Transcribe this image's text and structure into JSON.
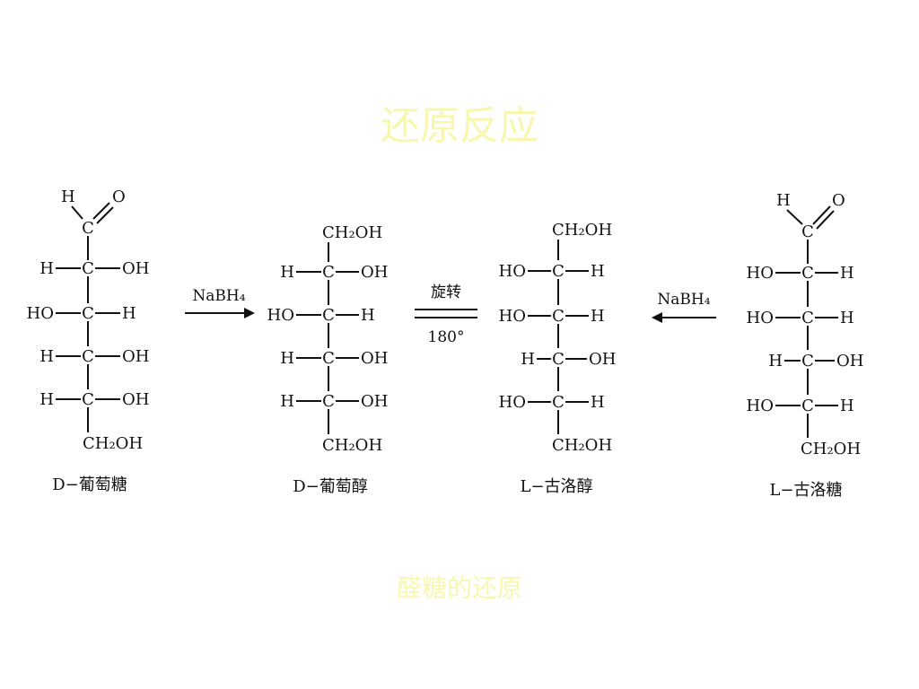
{
  "title": "还原反应",
  "caption": "醛糖的还原",
  "colors": {
    "accent_text": "#f7f7b0",
    "structure": "#111111",
    "background": "#ffffff"
  },
  "structures": {
    "d_glucose": {
      "aldehyde": {
        "h": "H",
        "o": "O",
        "c": "C"
      },
      "rows": [
        {
          "left": "H",
          "c": "C",
          "right": "OH"
        },
        {
          "left": "HO",
          "c": "C",
          "right": "H"
        },
        {
          "left": "H",
          "c": "C",
          "right": "OH"
        },
        {
          "left": "H",
          "c": "C",
          "right": "OH"
        }
      ],
      "bottom": "CH₂OH",
      "name": "D−葡萄糖"
    },
    "d_glucitol": {
      "top": "CH₂OH",
      "rows": [
        {
          "left": "H",
          "c": "C",
          "right": "OH"
        },
        {
          "left": "HO",
          "c": "C",
          "right": "H"
        },
        {
          "left": "H",
          "c": "C",
          "right": "OH"
        },
        {
          "left": "H",
          "c": "C",
          "right": "OH"
        }
      ],
      "bottom": "CH₂OH",
      "name": "D−葡萄醇"
    },
    "l_gulitol": {
      "top": "CH₂OH",
      "rows": [
        {
          "left": "HO",
          "c": "C",
          "right": "H"
        },
        {
          "left": "HO",
          "c": "C",
          "right": "H"
        },
        {
          "left": "H",
          "c": "C",
          "right": "OH"
        },
        {
          "left": "HO",
          "c": "C",
          "right": "H"
        }
      ],
      "bottom": "CH₂OH",
      "name": "L−古洛醇"
    },
    "l_gulose": {
      "aldehyde": {
        "h": "H",
        "o": "O",
        "c": "C"
      },
      "rows": [
        {
          "left": "HO",
          "c": "C",
          "right": "H"
        },
        {
          "left": "HO",
          "c": "C",
          "right": "H"
        },
        {
          "left": "H",
          "c": "C",
          "right": "OH"
        },
        {
          "left": "HO",
          "c": "C",
          "right": "H"
        }
      ],
      "bottom": "CH₂OH",
      "name": "L−古洛糖"
    }
  },
  "arrows": {
    "left_reagent": "NaBH₄",
    "rotation_label": "旋转",
    "rotation_angle": "180°",
    "right_reagent": "NaBH₄"
  }
}
